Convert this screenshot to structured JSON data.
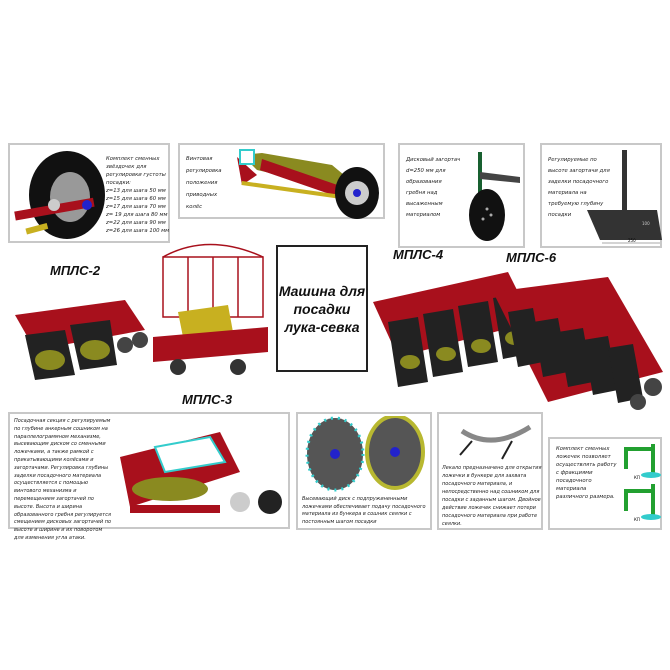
{
  "panels": {
    "sprockets": {
      "title": "Комплект сменных звёздочек для регулировки густоты посадки:",
      "lines": [
        "z=13 для шага 50 мм",
        "z=15 для шага 60 мм",
        "z=17 для шага 70 мм",
        "z= 19 для шага 80 мм",
        "z=22 для шага 90 мм",
        "z=26 для шага 100 мм"
      ]
    },
    "screw": {
      "text": "Винтовая регулировка положения приводных колёс"
    },
    "disc": {
      "text": "Дисковый загортач d=250 мм для образования гребня над высаженным материалом"
    },
    "coverer": {
      "text": "Регулируемые по высоте загортачи для заделки посадочного материала на требуемую глубину посадки",
      "dim_width": "250",
      "dim_height": "100"
    },
    "section": {
      "text": "Посадочная секция с регулируемым по глубине анкерным сошником на параллелограммном механизме, высевающим диском со сменными ложечками, а также рамкой с прикатывающими колёсами и загортачами. Регулировка глубины заделки посадочного материала осуществляется с помощью винтового механизма и перемещением загортачей по высоте. Высота и ширина образованного гребня регулируется смещением дисковых загортачей по высоте и ширине и их поворотом для изменения угла атаки."
    },
    "seeding_disc": {
      "text": "Высевающий диск с подпружиненными ложечками обеспечивает подачу посадочного материала из бункера в сошник сеялки с постоянным шагом посадки"
    },
    "template": {
      "text": "Лекало предназначено для открытия ложечки в бункере для захвата посадочного материала, и непосредственно над сошником для посадки с заданным шагом. Двойное действие ложечек снижает потери посадочного материала при работе сеялки."
    },
    "spoons": {
      "text": "Комплект сменных ложечек позволяет осуществлять работу с фракциями посадочного материала различного размера.",
      "label_top": "КП",
      "label_bottom": "КП"
    }
  },
  "models": {
    "m2": "МПЛС-2",
    "m3": "МПЛС-3",
    "m4": "МПЛС-4",
    "m6": "МПЛС-6"
  },
  "title": "Машина для посадки лука-севка",
  "colors": {
    "frame": "#b01020",
    "dark": "#222222",
    "olive": "#8a8a20"
  }
}
